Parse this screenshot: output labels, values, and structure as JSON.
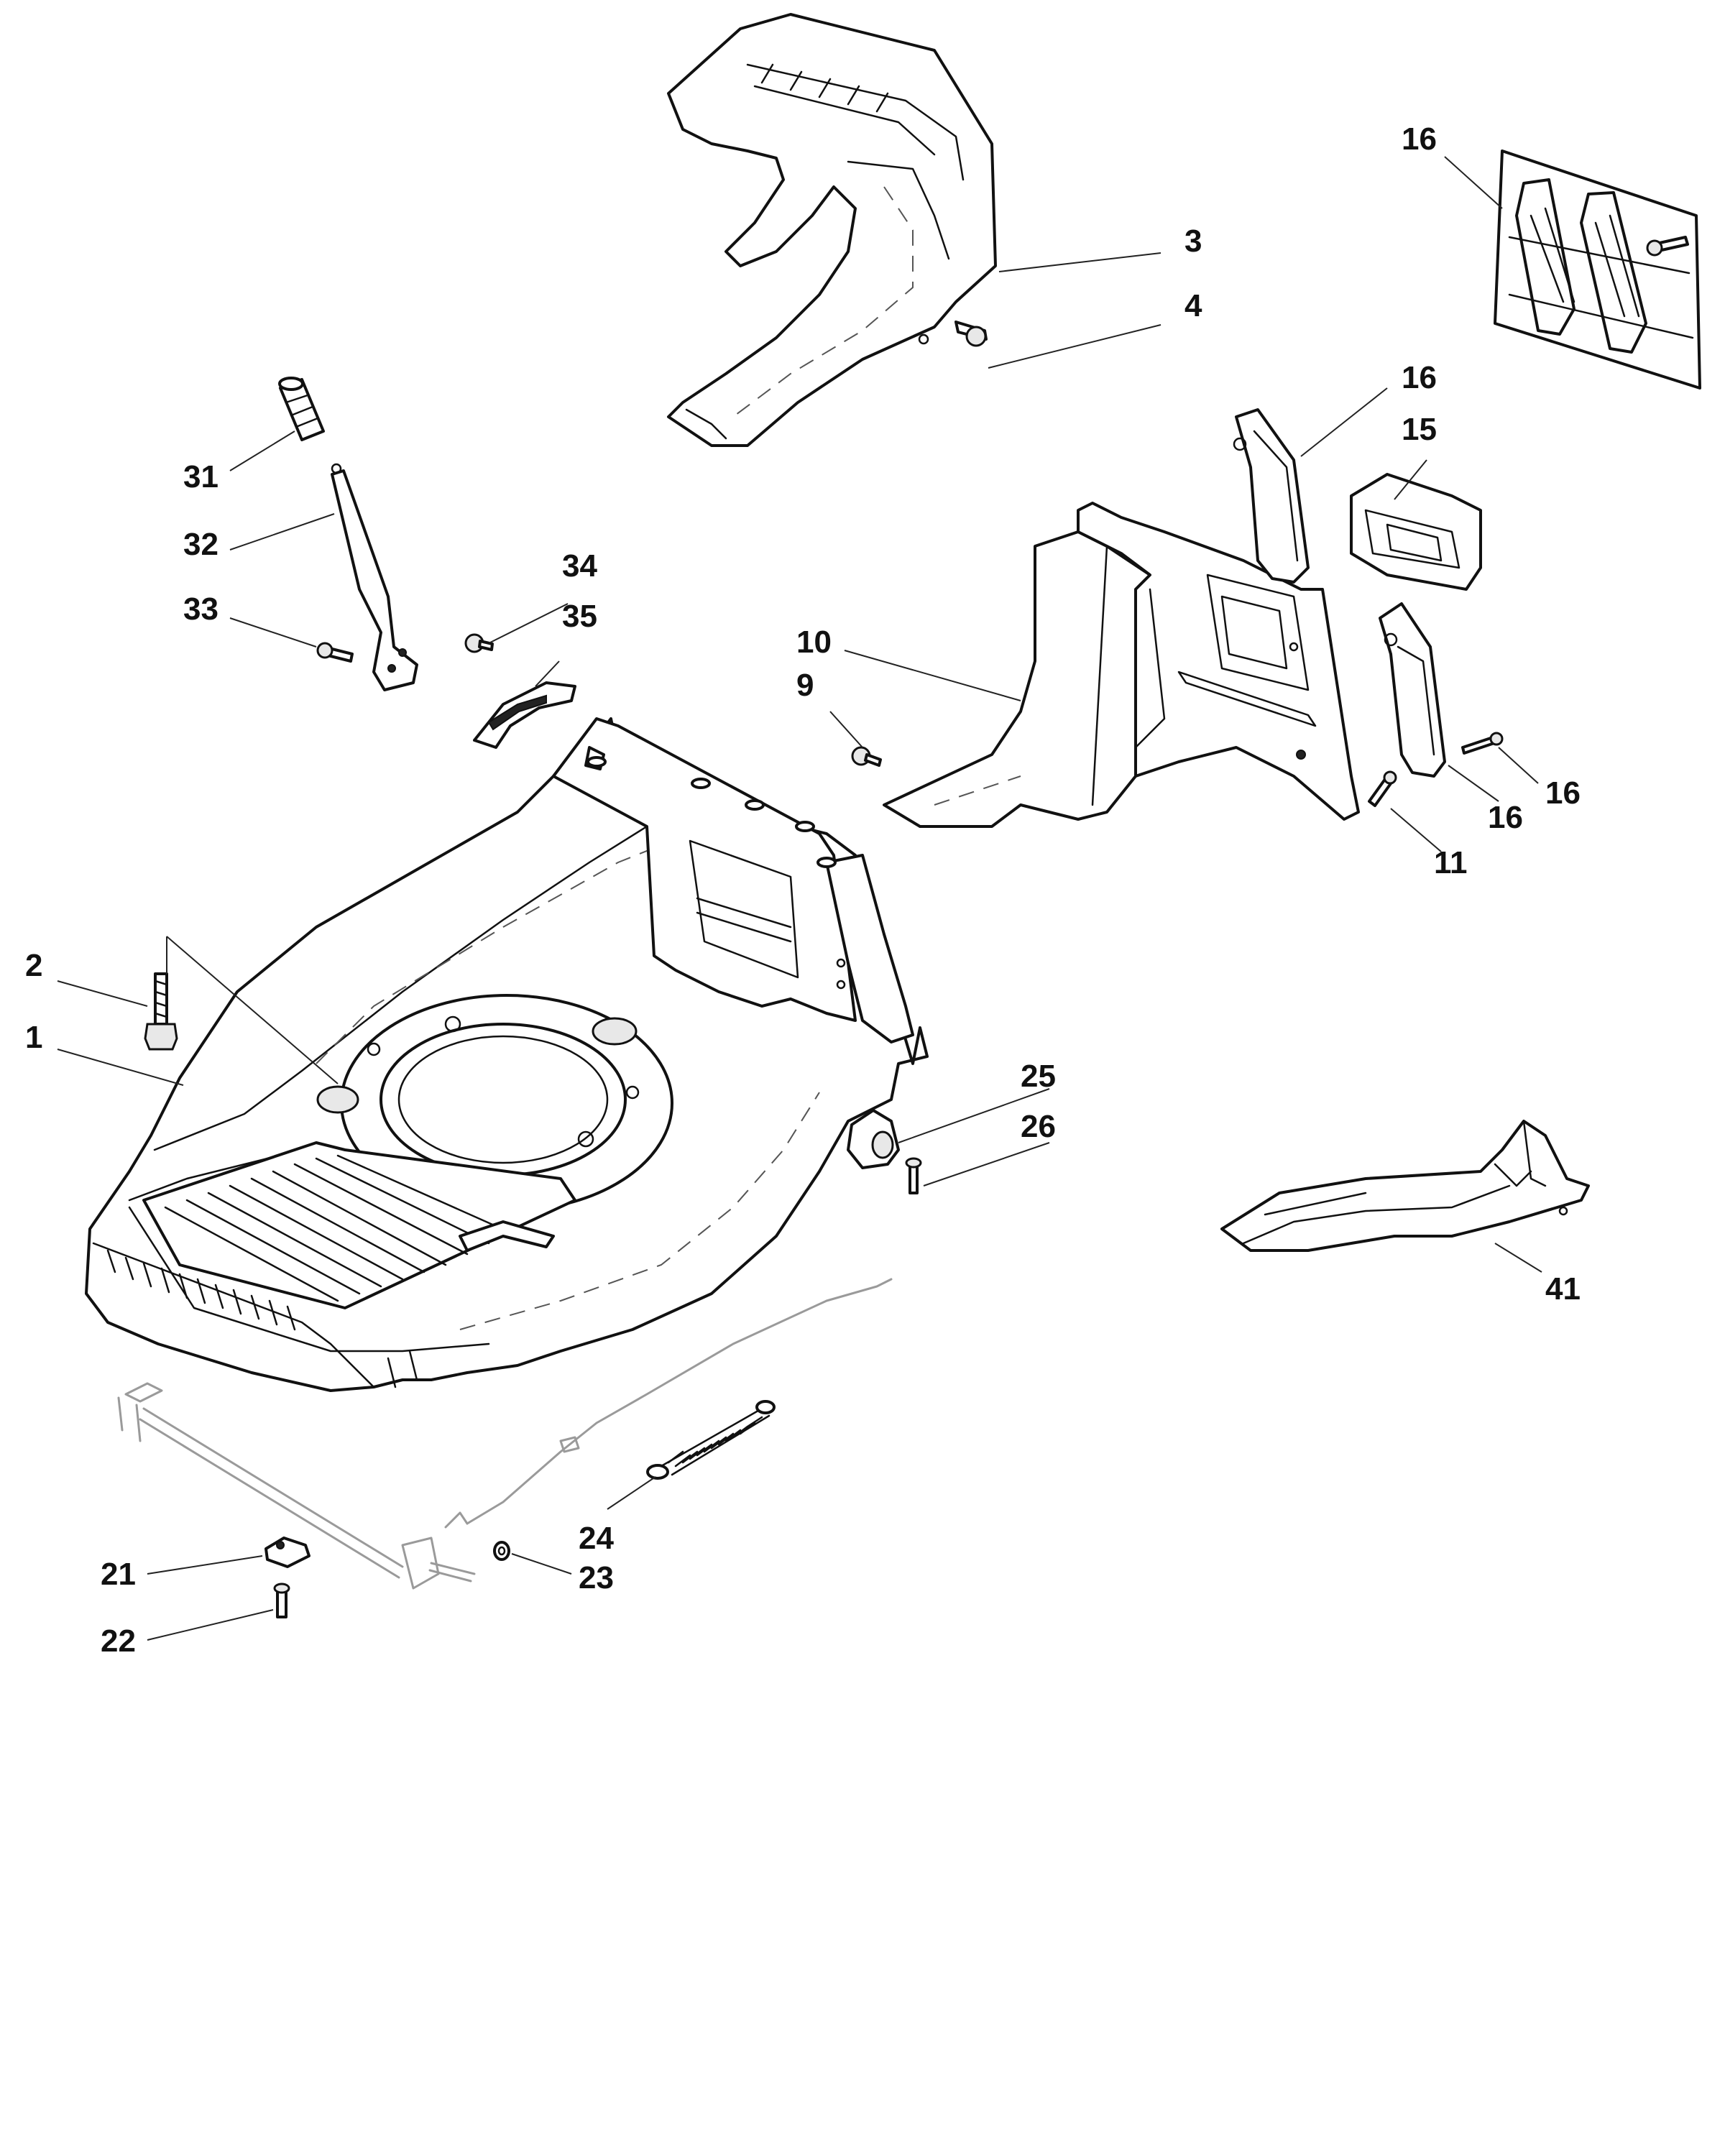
{
  "diagram": {
    "type": "exploded parts diagram",
    "callouts": [
      {
        "id": "c31",
        "label": "31"
      },
      {
        "id": "c32",
        "label": "32"
      },
      {
        "id": "c33",
        "label": "33"
      },
      {
        "id": "c34",
        "label": "34"
      },
      {
        "id": "c35",
        "label": "35"
      },
      {
        "id": "c3",
        "label": "3"
      },
      {
        "id": "c4",
        "label": "4"
      },
      {
        "id": "c16a",
        "label": "16"
      },
      {
        "id": "c16b",
        "label": "16"
      },
      {
        "id": "c15",
        "label": "15"
      },
      {
        "id": "c10",
        "label": "10"
      },
      {
        "id": "c9",
        "label": "9"
      },
      {
        "id": "c16c",
        "label": "16"
      },
      {
        "id": "c16d",
        "label": "16"
      },
      {
        "id": "c11",
        "label": "11"
      },
      {
        "id": "c2",
        "label": "2"
      },
      {
        "id": "c1",
        "label": "1"
      },
      {
        "id": "c25",
        "label": "25"
      },
      {
        "id": "c26",
        "label": "26"
      },
      {
        "id": "c41",
        "label": "41"
      },
      {
        "id": "c24",
        "label": "24"
      },
      {
        "id": "c23",
        "label": "23"
      },
      {
        "id": "c21",
        "label": "21"
      },
      {
        "id": "c22",
        "label": "22"
      }
    ]
  }
}
